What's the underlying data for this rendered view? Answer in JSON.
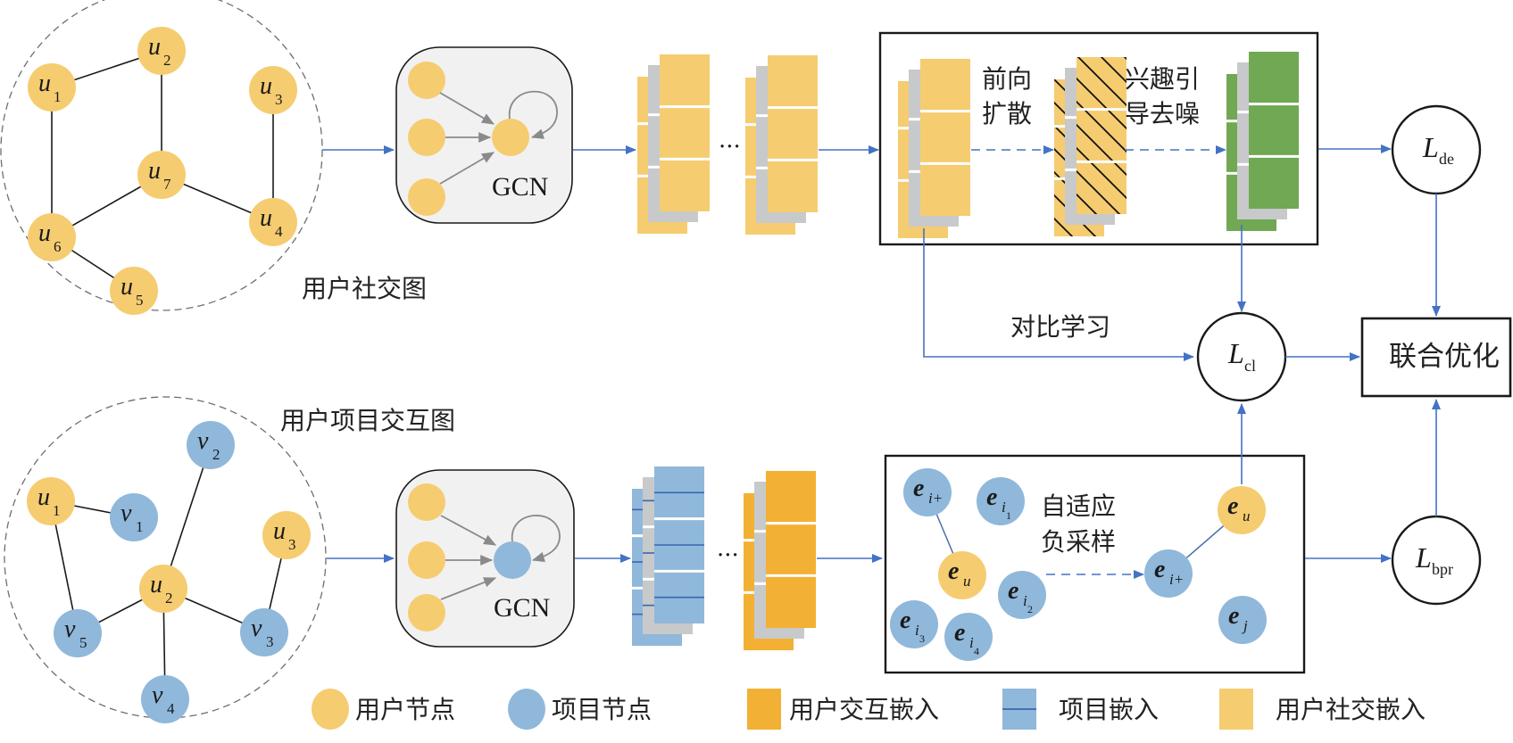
{
  "colors": {
    "user_node": "#f5cc70",
    "item_node": "#8fb8db",
    "user_interaction_embedding": "#f2b134",
    "item_embedding": "#8fb8db",
    "item_embedding_line": "#3a66b0",
    "user_social_embedding": "#f5cc70",
    "denoised_embedding": "#70a853",
    "stack_gray": "#c8c9cb",
    "flow_arrow": "#4472c4",
    "gcn_box": "#f1f1f1"
  },
  "social_graph": {
    "caption": "用户社交图",
    "nodes": [
      {
        "id": "u1",
        "base": "u",
        "sub": "1"
      },
      {
        "id": "u2",
        "base": "u",
        "sub": "2"
      },
      {
        "id": "u3",
        "base": "u",
        "sub": "3"
      },
      {
        "id": "u4",
        "base": "u",
        "sub": "4"
      },
      {
        "id": "u5",
        "base": "u",
        "sub": "5"
      },
      {
        "id": "u6",
        "base": "u",
        "sub": "6"
      },
      {
        "id": "u7",
        "base": "u",
        "sub": "7"
      }
    ],
    "edges": [
      [
        "u1",
        "u2"
      ],
      [
        "u2",
        "u7"
      ],
      [
        "u1",
        "u6"
      ],
      [
        "u6",
        "u7"
      ],
      [
        "u7",
        "u4"
      ],
      [
        "u3",
        "u4"
      ],
      [
        "u6",
        "u5"
      ]
    ]
  },
  "interaction_graph": {
    "caption": "用户项目交互图",
    "nodes": [
      {
        "id": "u1",
        "base": "u",
        "sub": "1",
        "type": "user"
      },
      {
        "id": "v1",
        "base": "v",
        "sub": "1",
        "type": "item"
      },
      {
        "id": "v2",
        "base": "v",
        "sub": "2",
        "type": "item"
      },
      {
        "id": "u3",
        "base": "u",
        "sub": "3",
        "type": "user"
      },
      {
        "id": "u2",
        "base": "u",
        "sub": "2",
        "type": "user"
      },
      {
        "id": "v5",
        "base": "v",
        "sub": "5",
        "type": "item"
      },
      {
        "id": "v3",
        "base": "v",
        "sub": "3",
        "type": "item"
      },
      {
        "id": "v4",
        "base": "v",
        "sub": "4",
        "type": "item"
      }
    ],
    "edges": [
      [
        "u1",
        "v1"
      ],
      [
        "u1",
        "v5"
      ],
      [
        "u2",
        "v5"
      ],
      [
        "u2",
        "v2"
      ],
      [
        "u2",
        "v3"
      ],
      [
        "u2",
        "v4"
      ],
      [
        "u3",
        "v3"
      ]
    ]
  },
  "gcn": {
    "top_label": "GCN",
    "bottom_label": "GCN"
  },
  "ellipsis": {
    "top": "···",
    "bottom": "···"
  },
  "diffusion_block": {
    "forward_label_line1": "前向",
    "forward_label_line2": "扩散",
    "denoise_label_line1": "兴趣引",
    "denoise_label_line2": "导去噪"
  },
  "contrastive": {
    "label": "对比学习"
  },
  "sampling_block": {
    "label_line1": "自适应",
    "label_line2": "负采样",
    "left_nodes": [
      {
        "id": "ei+",
        "base": "e",
        "sub": "i+",
        "type": "item"
      },
      {
        "id": "ei1",
        "base": "e",
        "sub": "i",
        "subsub": "1",
        "type": "item"
      },
      {
        "id": "eu",
        "base": "e",
        "sub": "u",
        "type": "user"
      },
      {
        "id": "ei2",
        "base": "e",
        "sub": "i",
        "subsub": "2",
        "type": "item"
      },
      {
        "id": "ei3",
        "base": "e",
        "sub": "i",
        "subsub": "3",
        "type": "item"
      },
      {
        "id": "ei4",
        "base": "e",
        "sub": "i",
        "subsub": "4",
        "type": "item"
      }
    ],
    "right_nodes": [
      {
        "id": "ei+r",
        "base": "e",
        "sub": "i+",
        "type": "item"
      },
      {
        "id": "eur",
        "base": "e",
        "sub": "u",
        "type": "user"
      },
      {
        "id": "ej",
        "base": "e",
        "sub": "j",
        "type": "item"
      }
    ]
  },
  "losses": {
    "de": {
      "base": "L",
      "sub": "de"
    },
    "cl": {
      "base": "L",
      "sub": "cl"
    },
    "bpr": {
      "base": "L",
      "sub": "bpr"
    }
  },
  "joint_optimization": {
    "label": "联合优化"
  },
  "legend": [
    {
      "key": "user-node",
      "label": "用户节点",
      "shape": "circle",
      "color": "#f5cc70"
    },
    {
      "key": "item-node",
      "label": "项目节点",
      "shape": "circle",
      "color": "#8fb8db"
    },
    {
      "key": "user-interaction-embedding",
      "label": "用户交互嵌入",
      "shape": "square",
      "color": "#f2b134"
    },
    {
      "key": "item-embedding",
      "label": "项目嵌入",
      "shape": "square-line",
      "color": "#8fb8db"
    },
    {
      "key": "user-social-embedding",
      "label": "用户社交嵌入",
      "shape": "square",
      "color": "#f5cc70"
    }
  ]
}
